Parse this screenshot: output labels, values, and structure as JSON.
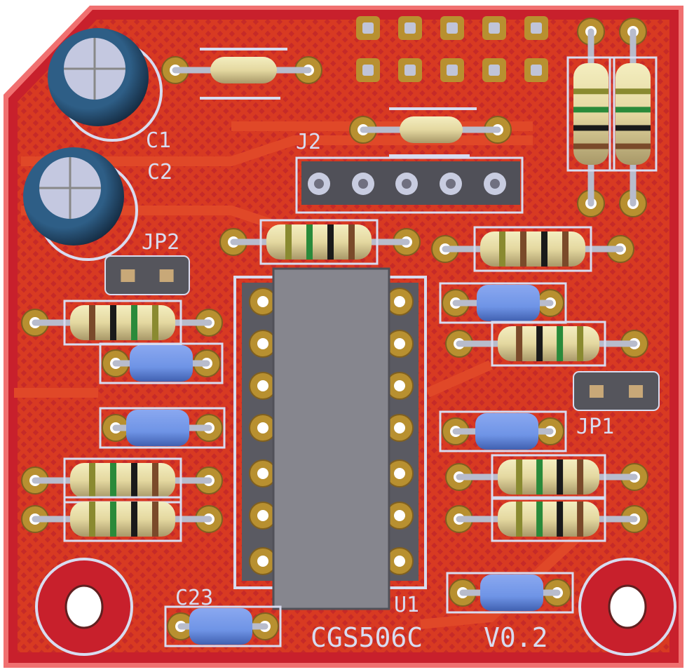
{
  "board": {
    "name": "CGS506C",
    "version": "V0.2",
    "colors": {
      "substrate": "#c8202c",
      "copper": "#d83a22",
      "edge": "#f07070",
      "silk": "#d8dcf0",
      "pad": "#b89030",
      "cap_blue": "#6f94e6",
      "elec": "#2e5e86",
      "chip": "#86868e"
    }
  },
  "labels": {
    "c1": "C1",
    "c2": "C2",
    "j2": "J2",
    "jp2": "JP2",
    "jp1": "JP1",
    "u1": "U1",
    "c23": "C23",
    "board_name": "CGS506C",
    "version": "V0.2"
  },
  "resistor_bands": {
    "brown": "#7a4a2a",
    "black": "#1a1a1a",
    "green": "#2a8a3a",
    "olive": "#8a8a30"
  }
}
